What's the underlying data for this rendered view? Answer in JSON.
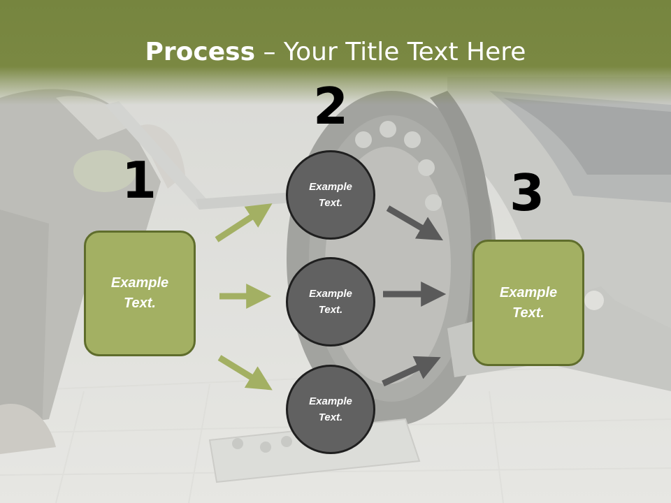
{
  "slide": {
    "title_bold": "Process",
    "title_rest": " – Your Title Text Here",
    "colors": {
      "header": "#7a8842",
      "green_box": "#a3b063",
      "green_border": "#5f6d2c",
      "circle": "#616161",
      "circle_border": "#1f1f1f",
      "green_arrow": "#a3b063",
      "gray_arrow": "#5a5a5a"
    }
  },
  "step1": {
    "number": "1",
    "text": "Example\nText."
  },
  "step2": {
    "number": "2",
    "circles": [
      {
        "text": "Example\nText."
      },
      {
        "text": "Example\nText."
      },
      {
        "text": "Example\nText."
      }
    ]
  },
  "step3": {
    "number": "3",
    "text": "Example\nText."
  },
  "background_image": {
    "icon": "car-tire-change-photo"
  }
}
